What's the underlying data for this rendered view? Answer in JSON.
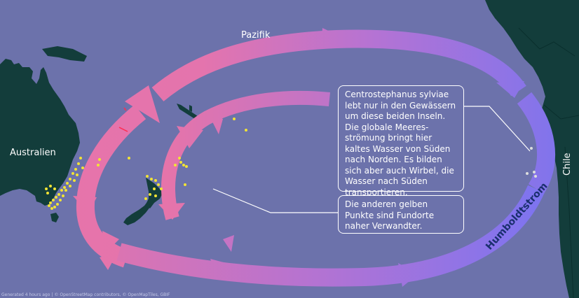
{
  "map": {
    "labels": {
      "ocean": "Pazifik",
      "continent_west": "Australien",
      "country_east": "Chile",
      "current": "Humboldtstrom"
    },
    "callouts": {
      "main": "Centrostephanus sylviae lebt nur in den Gewässern um diese beiden Inseln. Die globale Meeres-strömung bringt hier kaltes Wasser von Süden nach Norden. Es bilden sich aber auch Wirbel, die Wasser nach Süden transportieren.",
      "secondary": "Die anderen gelben Punkte sind Fundorte naher Verwandter."
    },
    "footer": {
      "generated": "Generated 4 hours ago",
      "credits": "© OpenStreetMap contributors, © OpenMapTiles, GBIF"
    },
    "colors": {
      "ocean": "#6c72ab",
      "land": "#133d3b",
      "arrow_start": "#e774a9",
      "arrow_end": "#7a74ef",
      "occurrence_points": "#f2e434",
      "red_markers": "#ff2a4f",
      "text": "#ffffff"
    }
  }
}
